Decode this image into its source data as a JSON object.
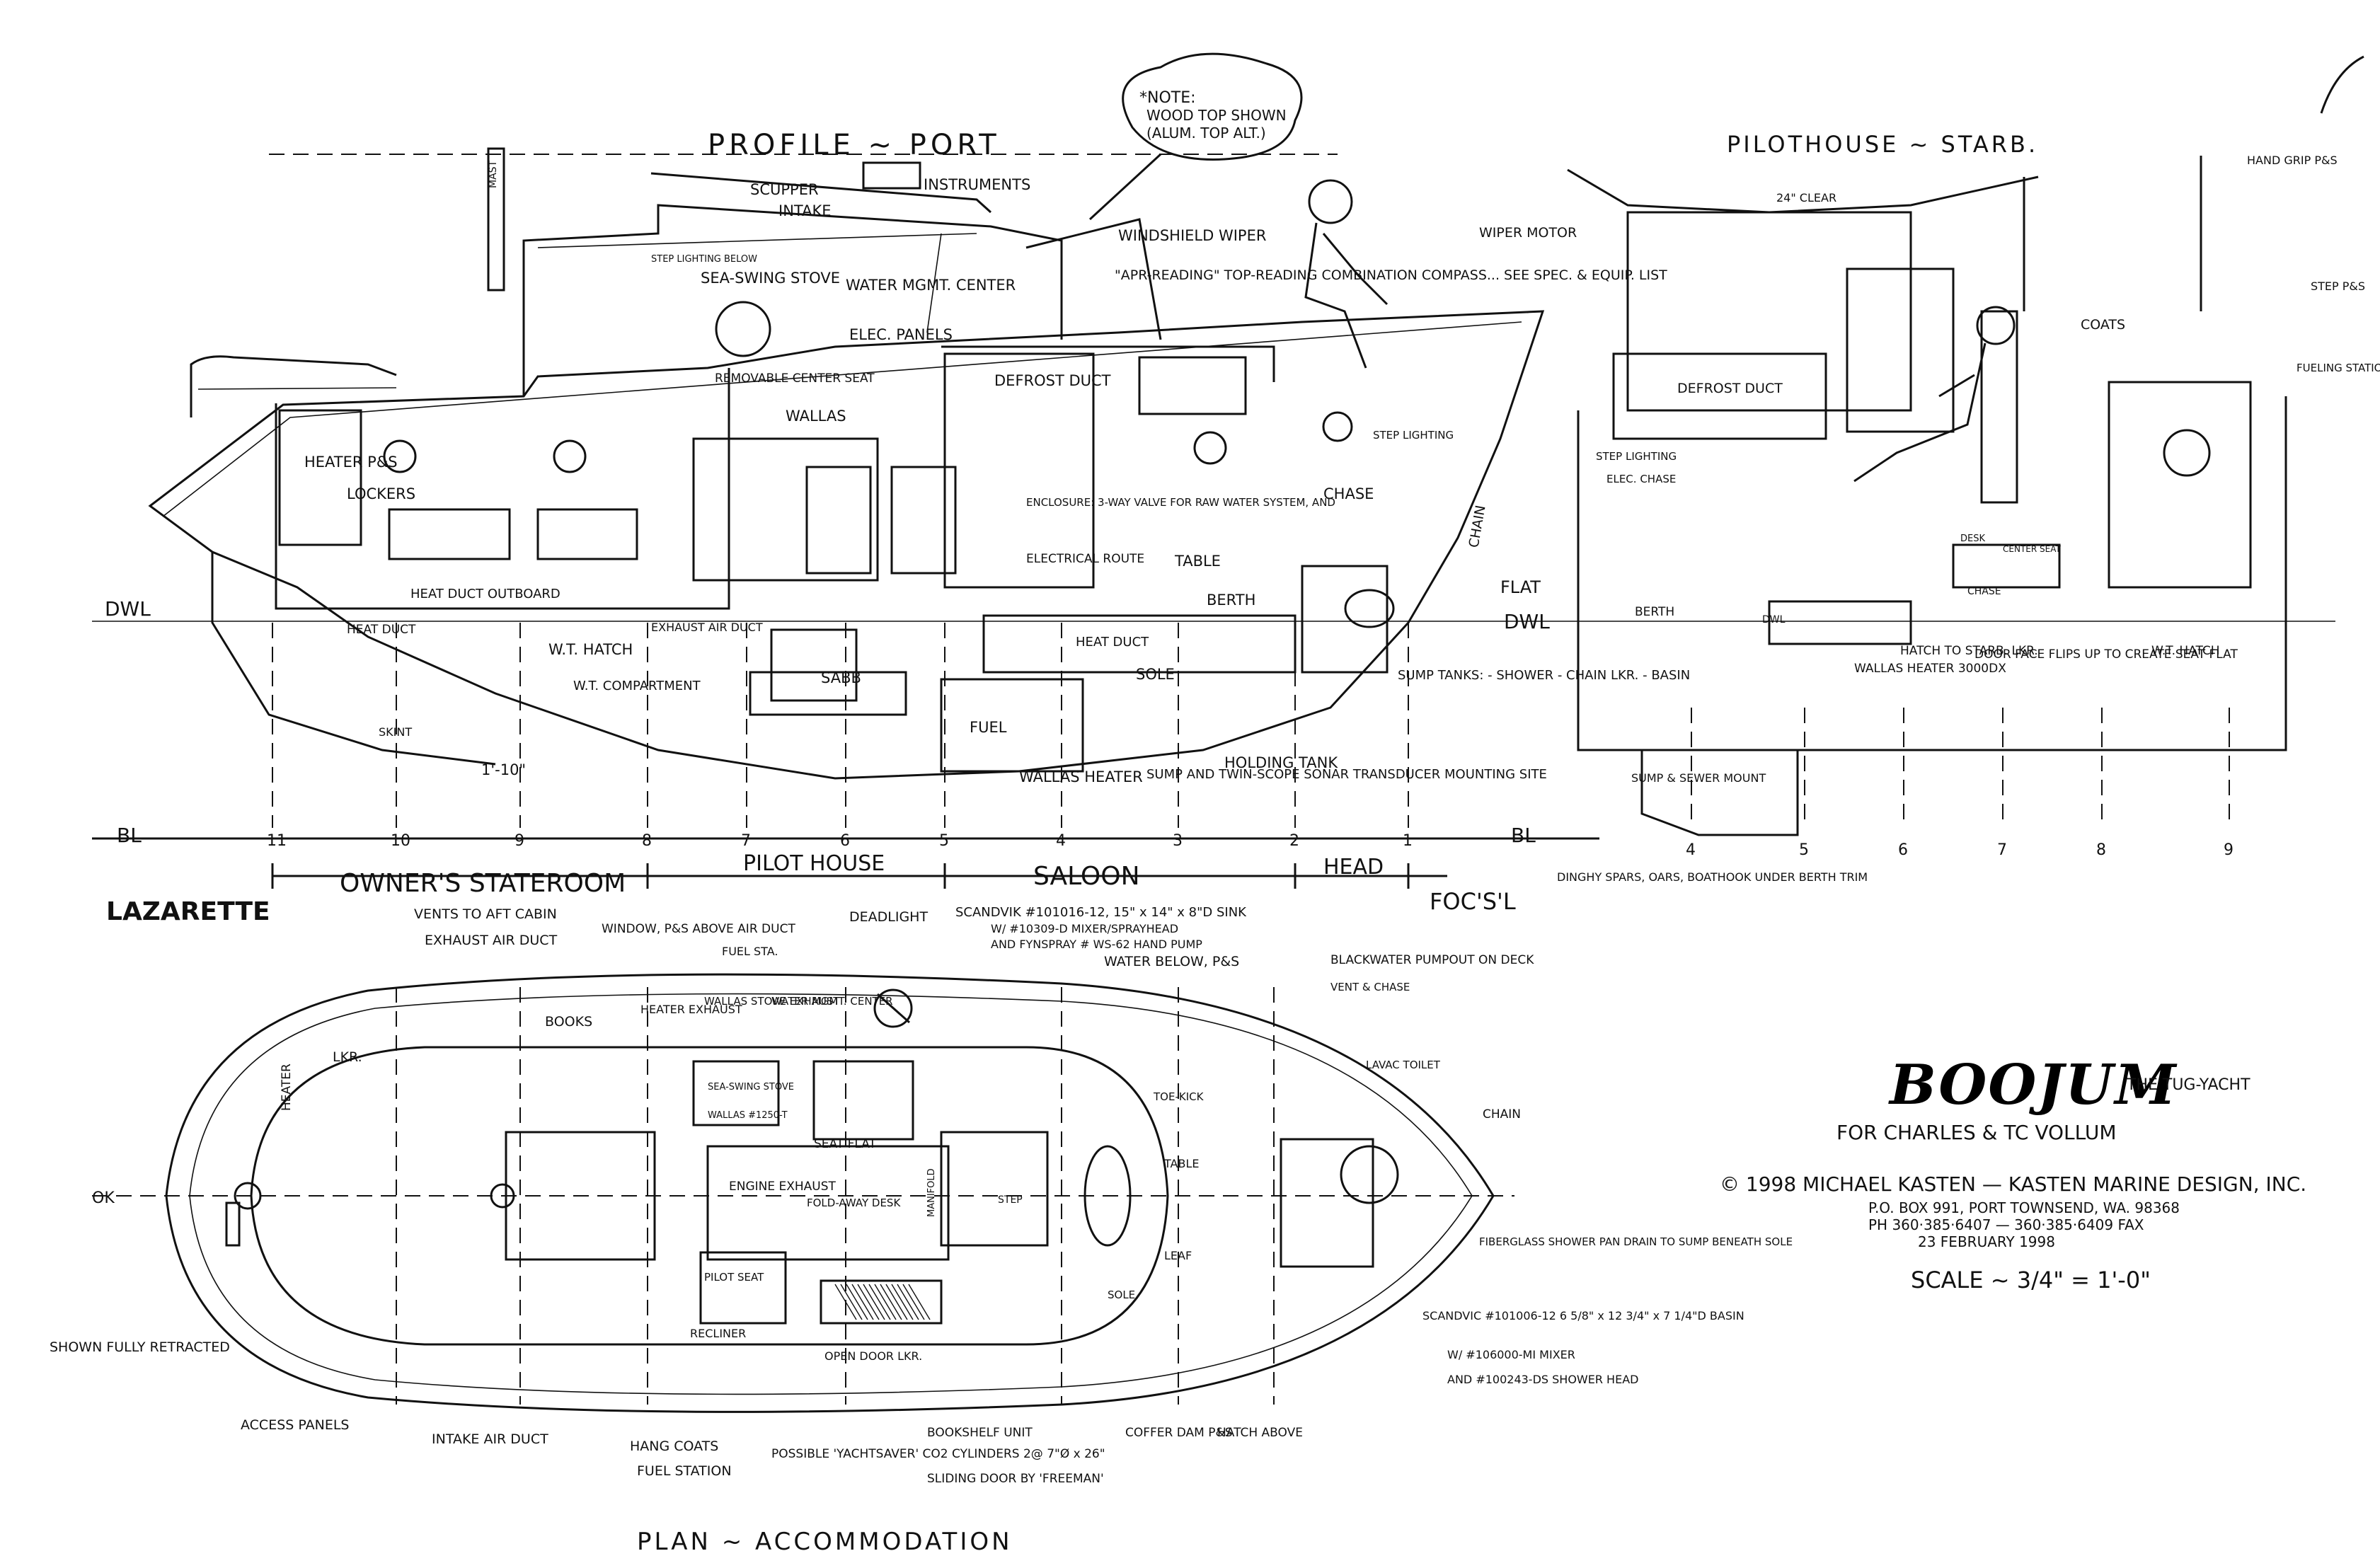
{
  "views": {
    "profile_title": "PROFILE ~ PORT",
    "pilothouse_title": "PILOTHOUSE ~ STARB.",
    "plan_title": "PLAN ~ ACCOMMODATION"
  },
  "note_bubble": {
    "line1": "*NOTE:",
    "line2": "WOOD TOP SHOWN",
    "line3": "(ALUM. TOP ALT.)"
  },
  "title_block": {
    "boat_name": "BOOJUM",
    "subtitle": "THE TUG-YACHT",
    "client": "FOR CHARLES & TC VOLLUM",
    "copyright": "© 1998 MICHAEL KASTEN — KASTEN MARINE DESIGN, INC.",
    "address": "P.O. BOX 991, PORT TOWNSEND, WA. 98368",
    "phone": "PH 360·385·6407 — 360·385·6409 FAX",
    "date": "23 FEBRUARY 1998",
    "scale": "SCALE ~ 3/4\" = 1'-0\""
  },
  "reference_lines": {
    "dwl": "DWL",
    "bl": "BL",
    "flat": "FLAT"
  },
  "stations_profile": [
    "11",
    "10",
    "9",
    "8",
    "7",
    "6",
    "5",
    "4",
    "3",
    "2",
    "1"
  ],
  "stations_pilothouse": [
    "4",
    "5",
    "6",
    "7",
    "8",
    "9"
  ],
  "sections": [
    "LAZARETTE",
    "OWNER'S STATEROOM",
    "PILOT HOUSE",
    "SALOON",
    "HEAD",
    "FOC'S'L"
  ],
  "profile_labels": [
    "SCUPPER",
    "INTAKE",
    "INSTRUMENTS",
    "WINDSHIELD WIPER",
    "STEP LIGHTING BELOW",
    "SEA-SWING STOVE",
    "WATER MGMT. CENTER",
    "\"APR-READING\" TOP-READING COMBINATION COMPASS... SEE SPEC. & EQUIP. LIST",
    "ELEC. PANELS",
    "REMOVABLE CENTER SEAT",
    "DEFROST DUCT",
    "WALLAS",
    "HEATER P&S",
    "LOCKERS",
    "HEAT DUCT OUTBOARD",
    "HEAT DUCT",
    "W.T. HATCH",
    "W.T. COMPARTMENT",
    "EXHAUST AIR DUCT",
    "SABB",
    "ENCLOSURE: 3-WAY VALVE FOR RAW WATER SYSTEM, AND",
    "ELECTRICAL ROUTE",
    "TABLE",
    "CHASE",
    "STEP LIGHTING",
    "CHAIN",
    "BERTH",
    "HEAT DUCT",
    "SOLE",
    "FUEL",
    "WALLAS HEATER",
    "SUMP AND TWIN-SCOPE SONAR TRANSDUCER MOUNTING SITE",
    "HOLDING TANK",
    "SUMP TANKS: - SHOWER - CHAIN LKR. - BASIN",
    "1'-10\"",
    "SKINT"
  ],
  "pilothouse_labels": [
    "WIPER MOTOR",
    "24\" CLEAR",
    "HAND GRIP P&S",
    "STEP P&S",
    "FUELING STATION P&S",
    "COATS",
    "DEFROST DUCT",
    "STEP LIGHTING",
    "ELEC. CHASE",
    "BERTH",
    "W.T. HATCH",
    "DOOR FACE FLIPS UP TO CREATE SEAT FLAT",
    "HATCH TO STARB. LKR.",
    "WALLAS HEATER 3000DX",
    "DESK",
    "CENTER SEAT",
    "CHASE",
    "DWL",
    "SUMP & SEWER MOUNT",
    "DINGHY SPARS, OARS, BOATHOOK UNDER BERTH TRIM"
  ],
  "plan_labels": [
    "VENTS TO AFT CABIN",
    "EXHAUST AIR DUCT",
    "WINDOW, P&S ABOVE AIR DUCT",
    "FUEL STA.",
    "SCANDVIK #101016-12, 15\" x 14\" x 8\"D SINK",
    "W/ #10309-D MIXER/SPRAYHEAD",
    "AND FYNSPRAY # WS-62 HAND PUMP",
    "DEADLIGHT",
    "BLACKWATER PUMPOUT ON DECK",
    "VENT & CHASE",
    "WATER BELOW, P&S",
    "BOOKS",
    "HEATER EXHAUST",
    "WALLAS STOVE EXHAUST",
    "WATER MGMT. CENTER",
    "LKR.",
    "HEATER",
    "SEA-SWING STOVE",
    "WALLAS #1250-T",
    "SEAT FLAT",
    "ENGINE EXHAUST",
    "FOLD-AWAY DESK",
    "MANIFOLD",
    "STEP",
    "TOE-KICK",
    "TABLE",
    "LEAF",
    "LAVAC TOILET",
    "CHAIN",
    "PILOT SEAT",
    "RECLINER",
    "OPEN DOOR LKR.",
    "FIBERGLASS SHOWER PAN DRAIN TO SUMP BENEATH SOLE",
    "SCANDVIC #101006-12 6 5/8\" x 12 3/4\" x 7 1/4\"D BASIN",
    "W/ #106000-MI MIXER",
    "AND #100243-DS SHOWER HEAD",
    "SHOWN FULLY RETRACTED",
    "ACCESS PANELS",
    "INTAKE AIR DUCT",
    "HANG COATS",
    "FUEL STATION",
    "POSSIBLE 'YACHTSAVER' CO2 CYLINDERS 2@ 7\"Ø x 26\"",
    "BOOKSHELF UNIT",
    "SLIDING DOOR BY 'FREEMAN'",
    "COFFER DAM P&S",
    "HATCH ABOVE",
    "SOLE",
    "OK"
  ]
}
